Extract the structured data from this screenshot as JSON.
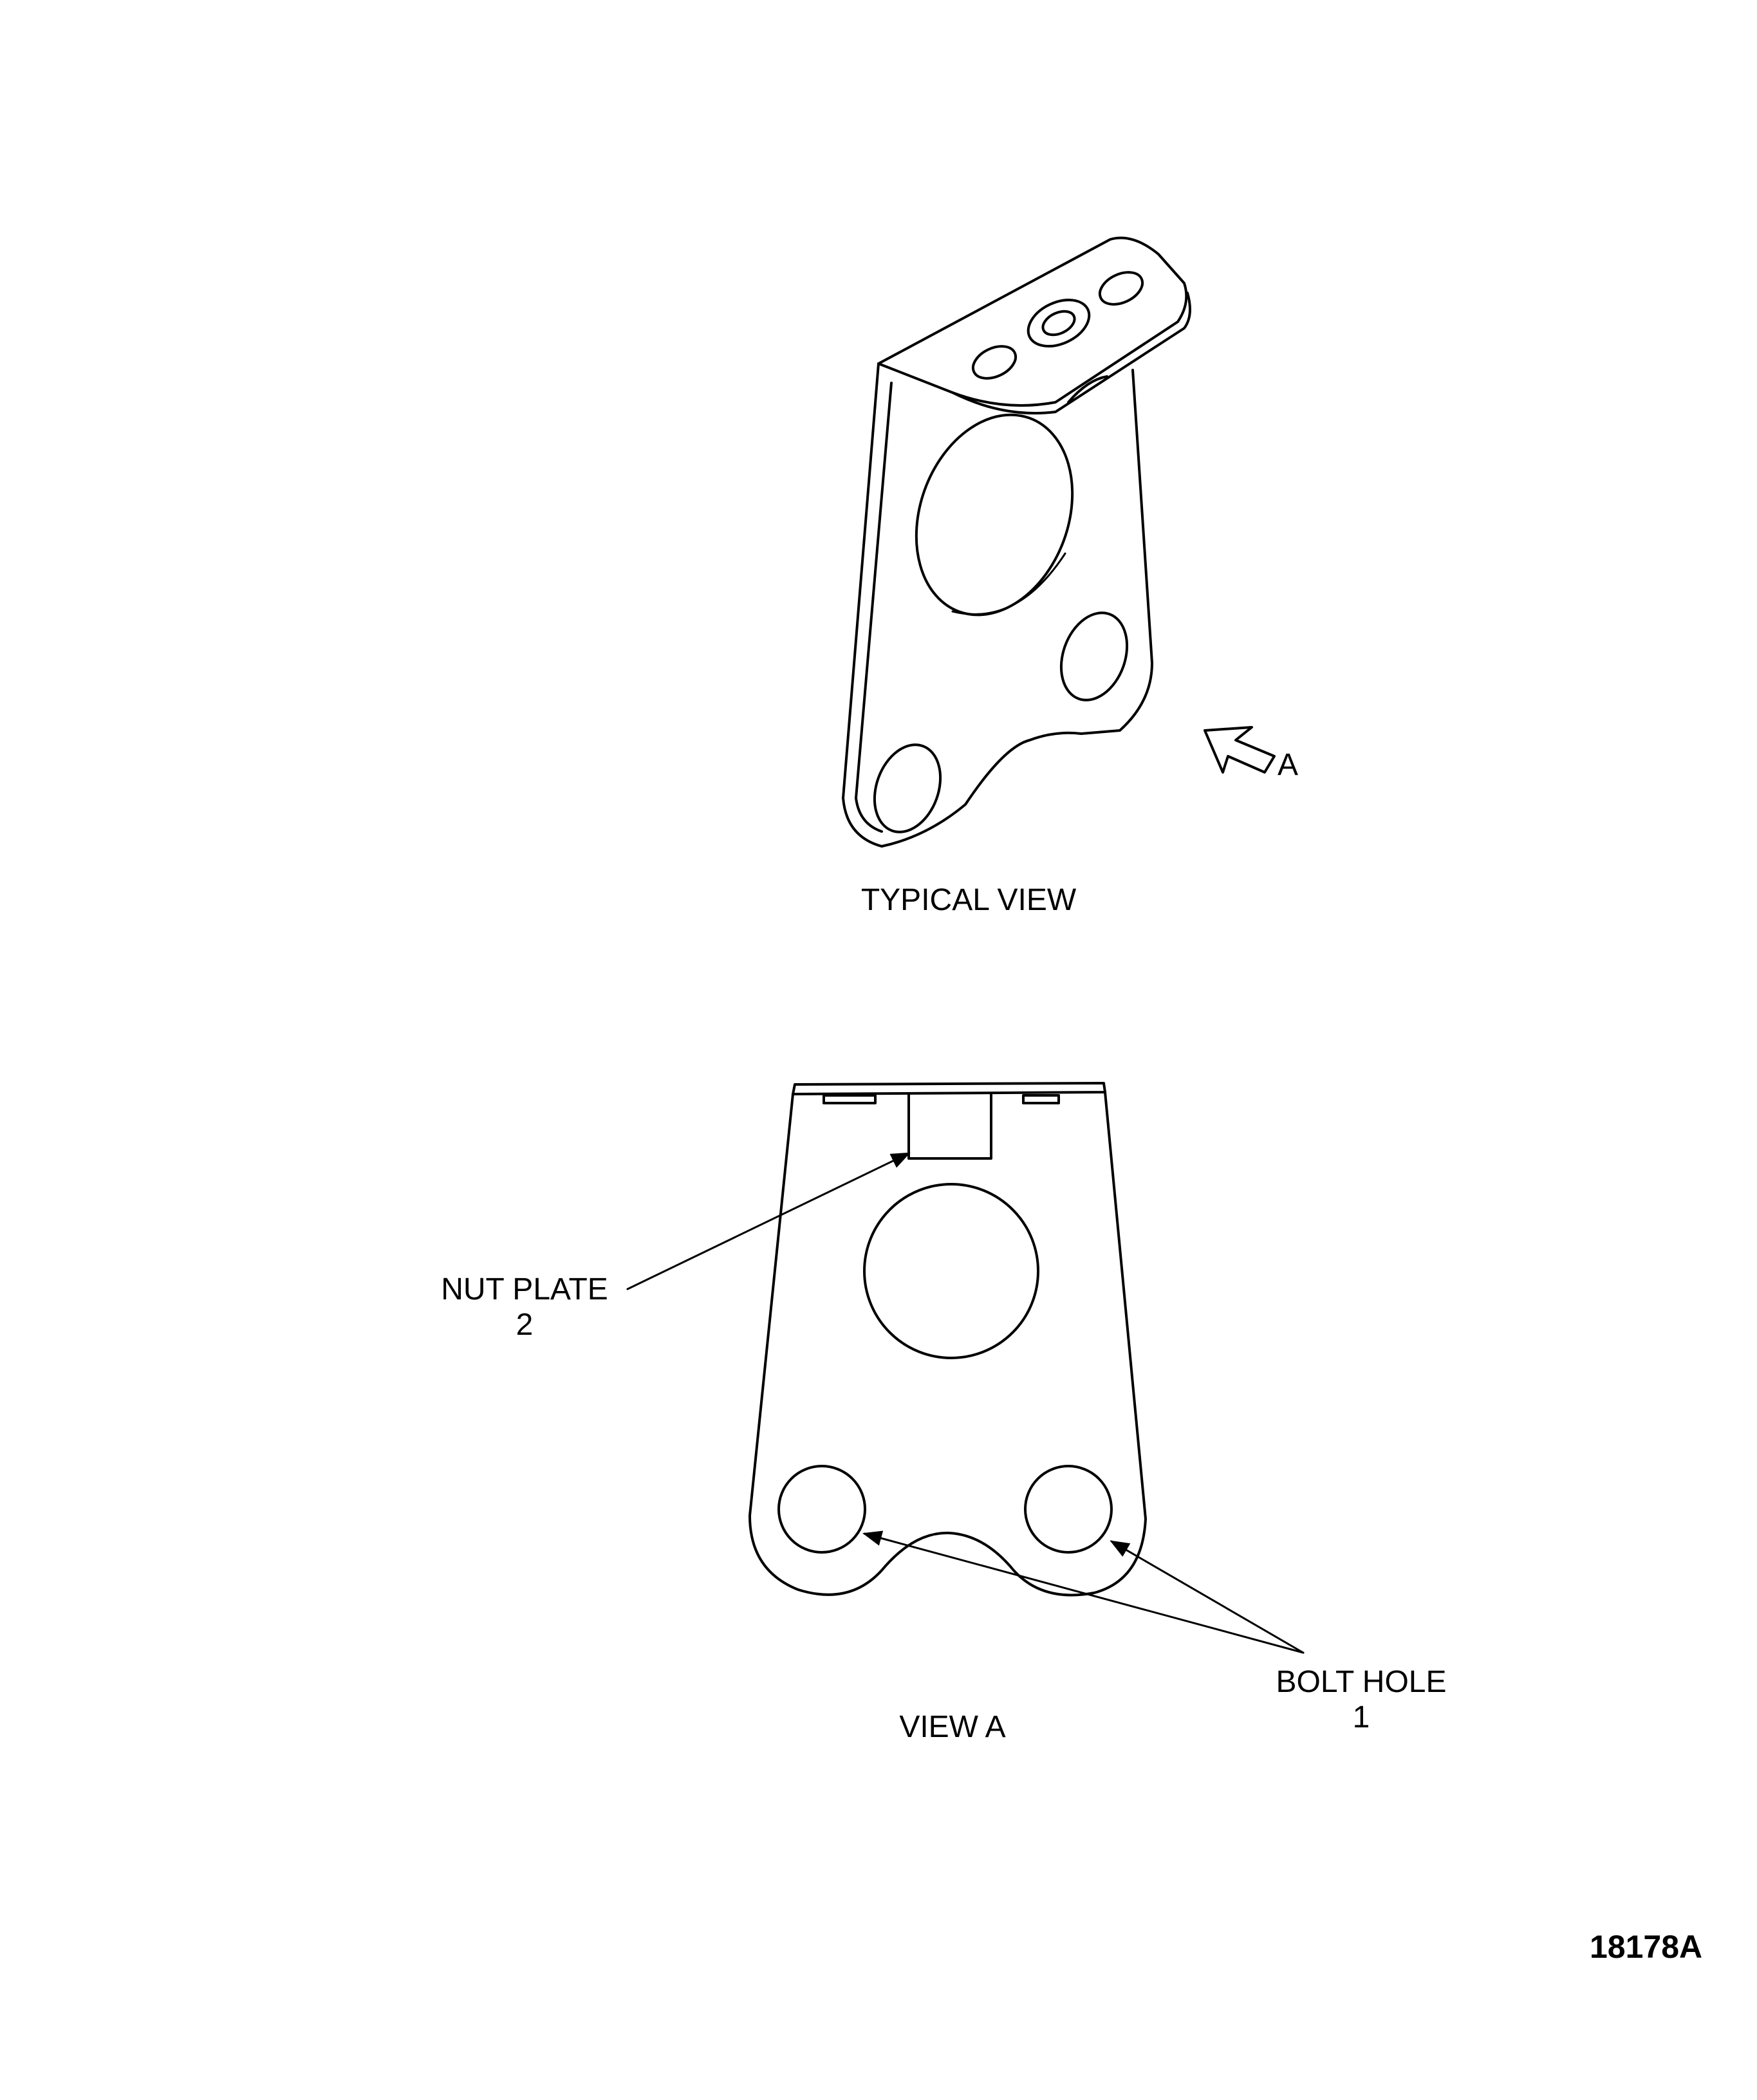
{
  "figure": {
    "typical_view_caption": "TYPICAL VIEW",
    "view_a_caption": "VIEW A",
    "view_arrow_letter": "A",
    "callouts": {
      "nut_plate": {
        "name": "NUT PLATE",
        "number": "2"
      },
      "bolt_hole": {
        "name": "BOLT HOLE",
        "number": "1"
      }
    },
    "figure_number": "18178A"
  },
  "colors": {
    "line": "#000000",
    "background": "#ffffff"
  }
}
